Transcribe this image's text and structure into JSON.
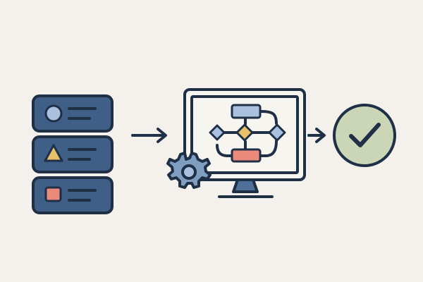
{
  "diagram": {
    "stages": [
      {
        "id": "data-source",
        "icon": "server-stack-icon"
      },
      {
        "id": "process",
        "icon": "monitor-flowchart-icon"
      },
      {
        "id": "result",
        "icon": "checkmark-circle-icon"
      }
    ],
    "server_rows": [
      {
        "shape": "circle",
        "color": "#a9c1de"
      },
      {
        "shape": "triangle",
        "color": "#e7c16a"
      },
      {
        "shape": "square",
        "color": "#ea8a7b"
      }
    ],
    "connectors": [
      {
        "from": "data-source",
        "to": "process"
      },
      {
        "from": "process",
        "to": "result"
      }
    ],
    "colors": {
      "background": "#f4f1ec",
      "outline": "#1f2f45",
      "server_fill": "#3f5f86",
      "monitor_screen": "#f7f5f0",
      "monitor_frame": "#1f2f45",
      "flow_box": "#a9c1de",
      "flow_diamond_blue": "#a9c1de",
      "flow_diamond_yellow": "#e7c16a",
      "flow_box_red": "#ea8a7b",
      "gear_fill": "#7f9ebf",
      "stand_fill": "#4e6f98",
      "check_fill": "#cbd6b7",
      "check_stroke": "#1f2f45"
    }
  }
}
